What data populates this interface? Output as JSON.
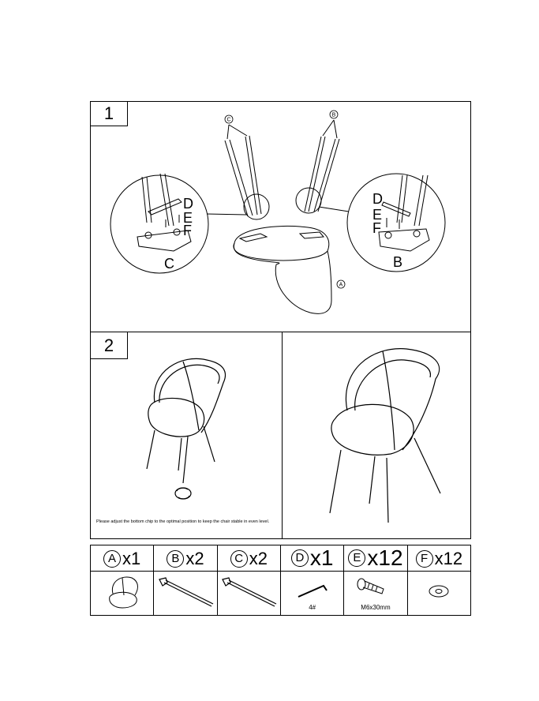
{
  "step1": {
    "number": "1",
    "callout_left": {
      "labels": [
        "D",
        "E",
        "F"
      ],
      "part": "C"
    },
    "callout_right": {
      "labels": [
        "D",
        "E",
        "F"
      ],
      "part": "B"
    },
    "leg_markers": {
      "left": "C",
      "right": "B"
    },
    "seat_marker": "A"
  },
  "step2": {
    "number": "2",
    "note": "Please adjust the bottom chip to the optimal position to keep the chair stable in even level.",
    "adjust_icon": "rotate-arrows-icon"
  },
  "parts": [
    {
      "letter": "A",
      "qty": "x1",
      "icon": "chair-icon",
      "caption": ""
    },
    {
      "letter": "B",
      "qty": "x2",
      "icon": "leg-icon",
      "caption": ""
    },
    {
      "letter": "C",
      "qty": "x2",
      "icon": "leg-icon",
      "caption": ""
    },
    {
      "letter": "D",
      "qty": "x1",
      "icon": "allen-key-icon",
      "caption": "4#"
    },
    {
      "letter": "E",
      "qty": "x12",
      "icon": "bolt-icon",
      "caption": "M6x30mm"
    },
    {
      "letter": "F",
      "qty": "x12",
      "icon": "washer-icon",
      "caption": ""
    }
  ]
}
